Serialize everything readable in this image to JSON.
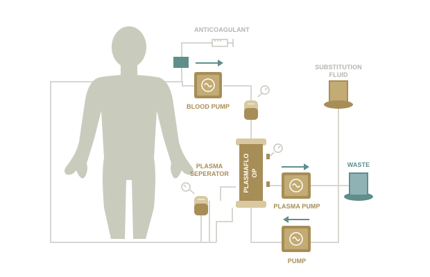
{
  "labels": {
    "anticoagulant": "ANTICOAGULANT",
    "blood_pump": "BLOOD PUMP",
    "substitution_fluid_line1": "SUBSTITUTION",
    "substitution_fluid_line2": "FLUID",
    "plasma_separator_line1": "PLASMA",
    "plasma_separator_line2": "SEPERATOR",
    "plasmaflo_line1": "PLASMAFLO",
    "plasmaflo_line2": "OP",
    "waste": "WASTE",
    "plasma_pump": "PLASMA PUMP",
    "pump": "PUMP"
  },
  "colors": {
    "body": "#c9cbbd",
    "gold": "#a78d56",
    "gold_light": "#d8c9a0",
    "teal": "#5f8e8b",
    "teal_light": "#8fb3b5",
    "line": "#d6d7d0",
    "label_gray": "#b3b6b0"
  },
  "icons": [
    "human-body-silhouette",
    "syringe-icon",
    "pump-icon",
    "flow-arrow-icon",
    "pressure-gauge-icon"
  ]
}
